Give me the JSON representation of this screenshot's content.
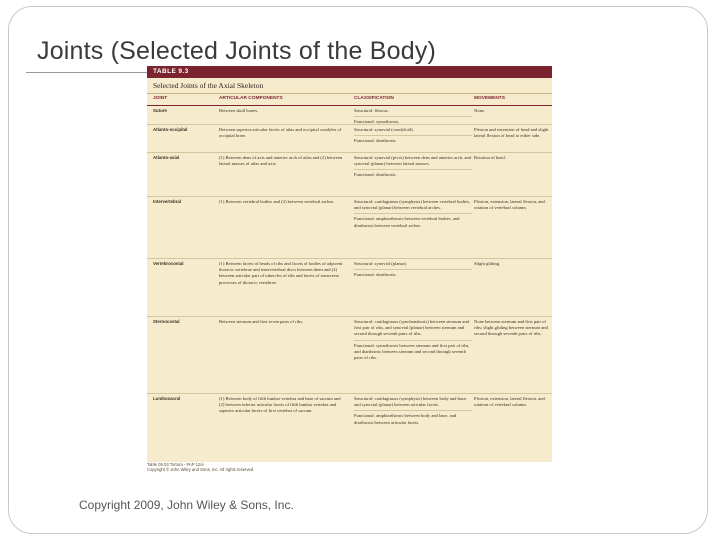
{
  "slide": {
    "title": "Joints (Selected Joints of the Body)",
    "copyright": "Copyright 2009, John Wiley & Sons, Inc."
  },
  "table": {
    "label": "TABLE 9.3",
    "caption": "Selected Joints of the Axial Skeleton",
    "headers": [
      "JOINT",
      "ARTICULAR COMPONENTS",
      "CLASSIFICATION",
      "MOVEMENTS"
    ],
    "rows": [
      {
        "joint": "Suture",
        "components": "Between skull bones.",
        "classification": [
          "Structural: fibrous.",
          "Functional: synarthrosis."
        ],
        "movements": "None."
      },
      {
        "joint": "Atlanto-occipital",
        "components": "Between superior articular facets of atlas and occipital condyles of occipital bone.",
        "classification": [
          "Structural: synovial (condyloid).",
          "Functional: diarthrosis."
        ],
        "movements": "Flexion and extension of head and slight lateral flexion of head to either side."
      },
      {
        "joint": "Atlanto-axial",
        "components": "(1) Between dens of axis and anterior arch of atlas and (2) between lateral masses of atlas and axis.",
        "classification": [
          "Structural: synovial (pivot) between dens and anterior arch, and synovial (planar) between lateral masses.",
          "Functional: diarthrosis."
        ],
        "movements": "Rotation of head."
      },
      {
        "joint": "Intervertebral",
        "components": "(1) Between vertebral bodies and (2) between vertebral arches.",
        "classification": [
          "Structural: cartilaginous (symphysis) between vertebral bodies, and synovial (planar) between vertebral arches.",
          "Functional: amphiarthrosis between vertebral bodies, and diarthrosis between vertebral arches."
        ],
        "movements": "Flexion, extension, lateral flexion, and rotation of vertebral column."
      },
      {
        "joint": "Vertebrocostal",
        "components": "(1) Between facets of heads of ribs and facets of bodies of adjacent thoracic vertebrae and intervertebral discs between them and (2) between articular part of tubercles of ribs and facets of transverse processes of thoracic vertebrae.",
        "classification": [
          "Structural: synovial (planar).",
          "Functional: diarthrosis."
        ],
        "movements": "Slight gliding."
      },
      {
        "joint": "Sternocostal",
        "components": "Between sternum and first seven pairs of ribs.",
        "classification": [
          "Structural: cartilaginous (synchondrosis) between sternum and first pair of ribs, and synovial (planar) between sternum and second through seventh pairs of ribs.",
          "Functional: synarthrosis between sternum and first pair of ribs, and diarthrosis between sternum and second through seventh pairs of ribs."
        ],
        "movements": "None between sternum and first pair of ribs; slight gliding between sternum and second through seventh pairs of ribs."
      },
      {
        "joint": "Lumbosacral",
        "components": "(1) Between body of fifth lumbar vertebra and base of sacrum and (2) between inferior articular facets of fifth lumbar vertebra and superior articular facets of first vertebra of sacrum.",
        "classification": [
          "Structural: cartilaginous (symphysis) between body and base, and synovial (planar) between articular facets.",
          "Functional: amphiarthrosis between body and base, and diarthrosis between articular facets."
        ],
        "movements": "Flexion, extension, lateral flexion, and rotation of vertebral column."
      }
    ],
    "credit": [
      "Table 09.03   Tortora - PAP 12/e",
      "Copyright © John Wiley and Sons, Inc. All rights reserved."
    ]
  }
}
